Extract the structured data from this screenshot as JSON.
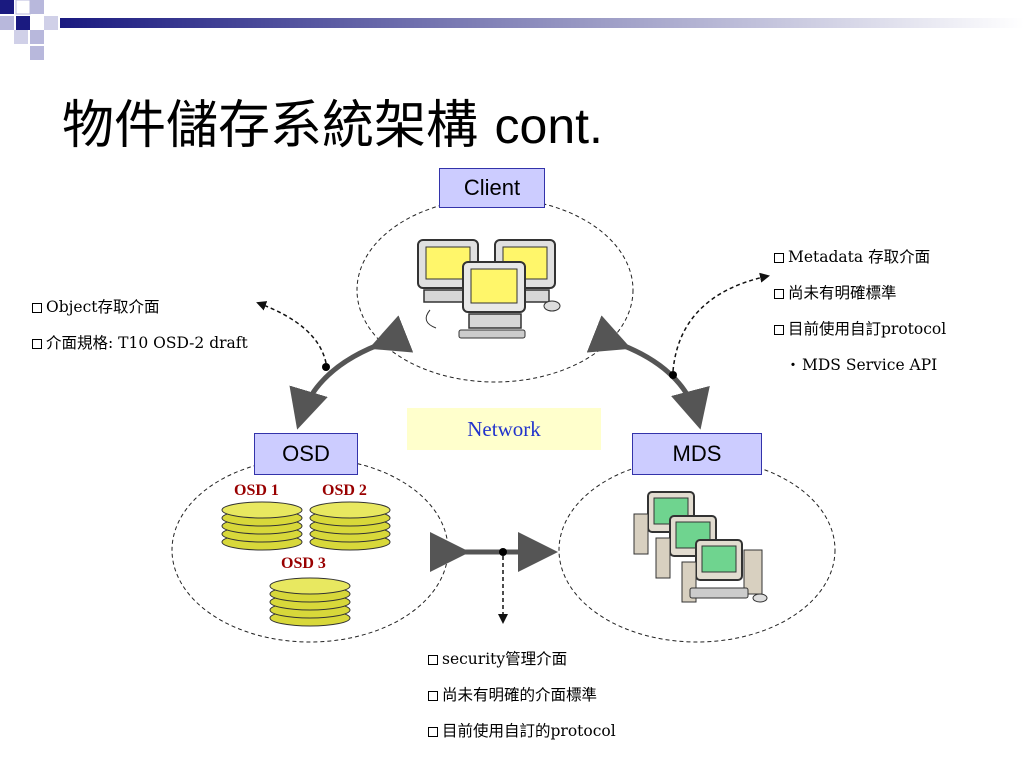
{
  "title": {
    "chinese": "物件儲存系統架構",
    "latin": "cont."
  },
  "nodes": {
    "client": "Client",
    "osd": "OSD",
    "mds": "MDS",
    "network": "Network"
  },
  "disks": {
    "osd1": "OSD 1",
    "osd2": "OSD 2",
    "osd3": "OSD 3"
  },
  "notes": {
    "object": {
      "item1": "Object存取介面",
      "item2": "介面規格: T10 OSD-2 draft"
    },
    "metadata": {
      "item1": "Metadata 存取介面",
      "item2": "尚未有明確標準",
      "item3": "目前使用自訂protocol",
      "sub1_marker": "・",
      "sub1": "MDS Service API"
    },
    "security": {
      "item1": "security管理介面",
      "item2": "尚未有明確的介面標準",
      "item3": "目前使用自訂的protocol"
    }
  },
  "colors": {
    "box_fill": "#ccccff",
    "box_border": "#3333aa",
    "network_fill": "#ffffcc",
    "network_text": "#2233cc",
    "disk_label": "#990000",
    "disk_fill": "#d8d83a",
    "arrow": "#555555"
  },
  "icons": {
    "client": "client-computers-icon",
    "mds": "server-computers-icon",
    "disk": "disk-stack-icon"
  }
}
